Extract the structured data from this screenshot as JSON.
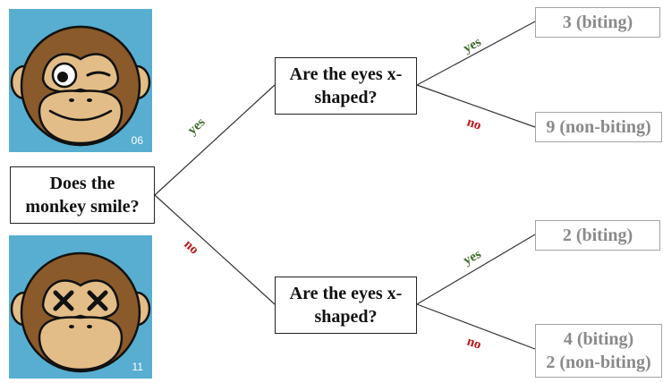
{
  "root": {
    "line1": "Does the",
    "line2": "monkey smile?"
  },
  "branches": {
    "smile_yes": "yes",
    "smile_no": "no"
  },
  "question_top": {
    "line1": "Are the eyes x-",
    "line2": "shaped?"
  },
  "question_bottom": {
    "line1": "Are the eyes x-",
    "line2": "shaped?"
  },
  "edge_labels": {
    "top_yes": "yes",
    "top_no": "no",
    "bottom_yes": "yes",
    "bottom_no": "no"
  },
  "leaves": {
    "top_yes": {
      "line1": "3 (biting)"
    },
    "top_no": {
      "line1": "9 (non-biting)"
    },
    "bottom_yes": {
      "line1": "2 (biting)"
    },
    "bottom_no": {
      "line1": "4 (biting)",
      "line2": "2 (non-biting)"
    }
  },
  "images": {
    "smiling_monkey": {
      "badge": "06"
    },
    "x_eyes_monkey": {
      "badge": "11"
    }
  },
  "colors": {
    "yes": "#3d6b2a",
    "no": "#c0161b",
    "panel": "#57aed1",
    "monkey_brown": "#8a5a2b",
    "monkey_face": "#e3bd87"
  }
}
